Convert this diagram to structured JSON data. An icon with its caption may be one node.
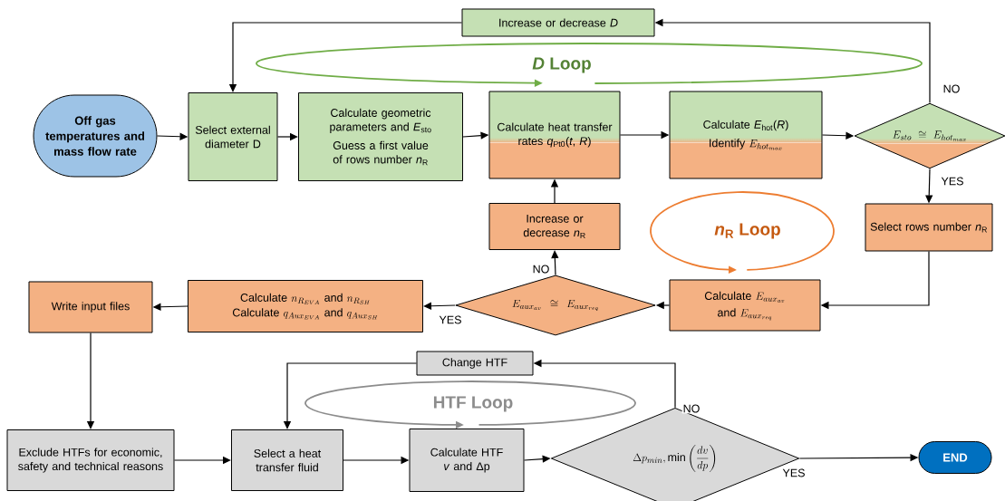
{
  "diagram": {
    "nodes": [
      {
        "text": [
          "Off gas temperatures and mass flow rate"
        ]
      },
      {
        "text": [
          "Select external diameter D"
        ]
      },
      {
        "text": [
          "Calculate geometric parameters and *E*$_{sto}$",
          "Guess a first value of rows number *n*$_{R}$"
        ]
      },
      {
        "text": [
          "Calculate heat transfer rates *q*$_{Pt0}$(*t*, *R*)"
        ]
      },
      {
        "text": [
          "Calculate *E*$_{hot}$(*R*)",
          "\\text{Identify }E_{hot_{max}}"
        ]
      },
      {
        "text": [
          "E_{sto}\\cong E_{hot_{max}}"
        ]
      },
      {
        "text": [
          "Increase or decrease *D*"
        ]
      },
      {
        "text": [
          "Select rows number *n*$_{R}$"
        ]
      },
      {
        "text": [
          "\\begin{gathered}\\text{Calculate }E_{aux_{av}}\\\\ \\text{and }E_{aux_{req}}\\end{gathered}"
        ]
      },
      {
        "text": [
          "E_{aux_{av}}\\cong E_{aux_{req}}"
        ]
      },
      {
        "text": [
          "Increase or decrease *n*$_{R}$"
        ]
      },
      {
        "text": [
          "\\text{Calculate }n_{R_{EVA}}\\text{ and }n_{R_{SH}}",
          "\\text{Calculate }q_{Aux_{EVA}}\\text{ and }q_{Aux_{SH}}"
        ]
      },
      {
        "text": [
          "Write input files"
        ]
      },
      {
        "text": [
          "Exclude HTFs for economic, safety and technical reasons"
        ]
      },
      {
        "text": [
          "Select a heat transfer fluid"
        ]
      },
      {
        "text": [
          "Calculate HTF *v* and Δp"
        ]
      },
      {
        "text": [
          "\\Delta p_{min}, \\min\\left(\\frac{dv}{dp}\\right)"
        ]
      },
      {
        "text": [
          "Change HTF"
        ]
      },
      {
        "text": [
          "END"
        ]
      }
    ],
    "edges": [
      {
        "from": 0,
        "to": 1,
        "arrow": "to"
      },
      {
        "from": 1,
        "to": 2,
        "arrow": "to"
      },
      {
        "from": 2,
        "to": 3,
        "arrow": "to"
      },
      {
        "from": 3,
        "to": 4,
        "arrow": "to"
      },
      {
        "from": 4,
        "to": 5,
        "arrow": "to"
      },
      {
        "from": 5,
        "to": 6,
        "arrow": "to",
        "label": "NO"
      },
      {
        "from": 6,
        "to": 1,
        "arrow": "to"
      },
      {
        "from": 5,
        "to": 7,
        "arrow": "to",
        "label": "YES"
      },
      {
        "from": 7,
        "to": 8,
        "arrow": "to"
      },
      {
        "from": 8,
        "to": 9,
        "arrow": "to"
      },
      {
        "from": 9,
        "to": 10,
        "arrow": "to",
        "label": "NO"
      },
      {
        "from": 10,
        "to": 3,
        "arrow": "to"
      },
      {
        "from": 9,
        "to": 11,
        "arrow": "to",
        "label": "YES"
      },
      {
        "from": 11,
        "to": 12,
        "arrow": "to"
      },
      {
        "from": 12,
        "to": 13,
        "arrow": "to"
      },
      {
        "from": 13,
        "to": 14,
        "arrow": "to"
      },
      {
        "from": 14,
        "to": 15,
        "arrow": "to"
      },
      {
        "from": 15,
        "to": 16,
        "arrow": "to"
      },
      {
        "from": 16,
        "to": 17,
        "arrow": "to",
        "label": "NO"
      },
      {
        "from": 17,
        "to": 14,
        "arrow": "to"
      },
      {
        "from": 16,
        "to": 18,
        "arrow": "to",
        "label": "YES"
      }
    ],
    "labels": [
      "*D* Loop",
      "*n*$_{R}$ Loop",
      "HTF Loop"
    ]
  }
}
